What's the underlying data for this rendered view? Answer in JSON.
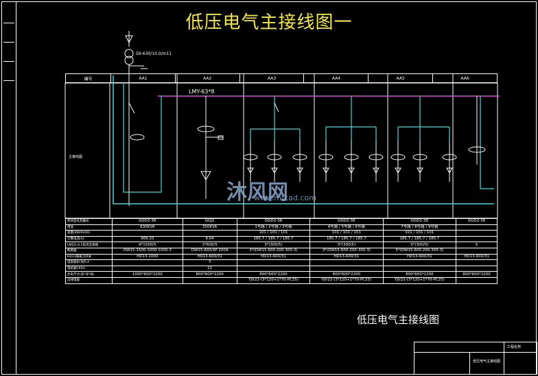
{
  "title": "低压电气主接线图一",
  "subtitle": "低压电气主接线图",
  "watermark": {
    "brand": "沐风网",
    "url": "www.mfcad.com"
  },
  "transformer_label": "S9-630/10.0/m11",
  "busbar_label": "LMY-63*8",
  "header": {
    "row_label": "编号",
    "cols": [
      "AA1",
      "AA2",
      "AA3",
      "AA4",
      "AA5",
      "AA6"
    ]
  },
  "diagram_label": "主接线图",
  "rows": [
    {
      "label": "柜体型号及编号",
      "cells": [
        "GGD2-38",
        "GGJ1",
        "GGD2-38",
        "GGD2-38",
        "GGD2-38",
        "GGD2-38"
      ]
    },
    {
      "label": "用途",
      "cells": [
        "630KVA",
        "350KVA",
        "1号路 / 2号路 / 3号路",
        "4号路 / 5号路 / 6号路",
        "7号路 / 8号路 / 9号路",
        ""
      ]
    },
    {
      "label": "容量(KW/KVAR)",
      "cells": [
        "",
        "",
        "101 / 101 / 101",
        "101 / 101 / 101",
        "101 / 101 / 101",
        ""
      ]
    },
    {
      "label": "计算电流(A)",
      "cells": [
        "909.33",
        "6.04",
        "185.7 / 185.7 / 185.7",
        "185.7 / 185.7 / 185.7",
        "185.7 / 185.7 / 185.7",
        ""
      ]
    },
    {
      "label": "LMZJ1-0.5电流互感器",
      "cells": [
        "4*1500/5",
        "3*600/5",
        "3*(300/5)",
        "3*(300/5)",
        "3*(300/5)",
        "5"
      ]
    },
    {
      "label": "断路器",
      "cells": [
        "DW15-1500-1000-1000-3",
        "DW15-600/4P 200A",
        "3*(DW15-600-200-300-3)",
        "3*(DW15-600-200-300-3)",
        "3*(DW15-600-200-300-3)",
        ""
      ]
    },
    {
      "label": "HD13隔离刀开关",
      "cells": [
        "HD13-1000",
        "HD13-600/31",
        "HD13-600/31",
        "HD13-600/31",
        "HD13-600/31",
        "HD13-600/31"
      ]
    },
    {
      "label": "电容器BCMJ0.4",
      "cells": [
        "",
        "3",
        "",
        "",
        "",
        ""
      ]
    },
    {
      "label": "电抗器CKSG",
      "cells": [
        "",
        "11",
        "",
        "",
        "",
        ""
      ]
    },
    {
      "label": "外形尺寸(宽*深*高)",
      "cells": [
        "1000*600*2200",
        "800*600*2200",
        "800*600*2200",
        "800*600*2200",
        "800*600*2200",
        "800*600*2200"
      ]
    },
    {
      "label": "出线电缆",
      "cells": [
        "",
        "",
        "YJV22-(3*120+1*70-PC25)",
        "YJV22-(3*120+1*70-PC25)",
        "YJV22-(3*120+1*70-PC25)",
        ""
      ]
    }
  ],
  "title_block": {
    "drawing_name": "低压电气主接线图",
    "sheet": "工程名称"
  }
}
